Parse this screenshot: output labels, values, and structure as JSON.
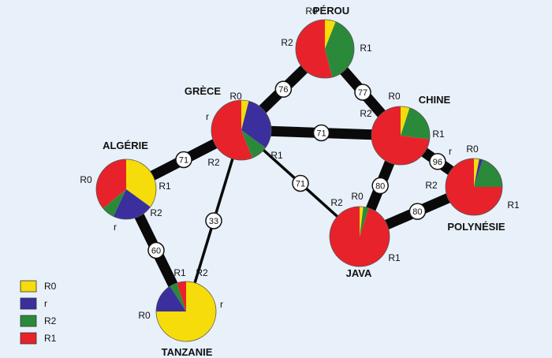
{
  "legend": [
    {
      "key": "R0",
      "label": "R0",
      "color": "#f5dc0a"
    },
    {
      "key": "r",
      "label": "r",
      "color": "#3a2f9c"
    },
    {
      "key": "R2",
      "label": "R2",
      "color": "#2a8a3a"
    },
    {
      "key": "R1",
      "label": "R1",
      "color": "#e8222a"
    }
  ],
  "nodes": [
    {
      "id": "perou",
      "name": "PÉROU",
      "shares": {
        "R0": 0.06,
        "r": 0,
        "R2": 0.4,
        "R1": 0.54
      },
      "labels": [
        "R0",
        "R2",
        "R1"
      ]
    },
    {
      "id": "grece",
      "name": "GRÈCE",
      "shares": {
        "R0": 0.04,
        "r": 0.31,
        "R2": 0.09,
        "R1": 0.56
      },
      "labels": [
        "R0",
        "r",
        "R2",
        "R1"
      ]
    },
    {
      "id": "chine",
      "name": "CHINE",
      "shares": {
        "R0": 0.05,
        "r": 0,
        "R2": 0.22,
        "R1": 0.73
      },
      "labels": [
        "R0",
        "R2",
        "R1"
      ]
    },
    {
      "id": "algerie",
      "name": "ALGÉRIE",
      "shares": {
        "R0": 0.35,
        "r": 0.22,
        "R2": 0.07,
        "R1": 0.36
      },
      "labels": [
        "R0",
        "R1",
        "R2",
        "r"
      ]
    },
    {
      "id": "polynesie",
      "name": "POLYNÉSIE",
      "shares": {
        "R0": 0.03,
        "r": 0.02,
        "R2": 0.2,
        "R1": 0.75
      },
      "labels": [
        "r",
        "R0",
        "R2",
        "R1"
      ]
    },
    {
      "id": "java",
      "name": "JAVA",
      "shares": {
        "R0": 0.02,
        "r": 0,
        "R2": 0.03,
        "R1": 0.95
      },
      "labels": [
        "R0",
        "R2",
        "R1"
      ]
    },
    {
      "id": "tanzanie",
      "name": "TANZANIE",
      "shares": {
        "R0": 0.75,
        "r": 0.16,
        "R2": 0.04,
        "R1": 0.05
      },
      "labels": [
        "R1",
        "R2",
        "r",
        "R0"
      ]
    }
  ],
  "edges": [
    {
      "from": "perou",
      "to": "grece",
      "value": "76",
      "thickness": "thick"
    },
    {
      "from": "perou",
      "to": "chine",
      "value": "77",
      "thickness": "thick"
    },
    {
      "from": "grece",
      "to": "chine",
      "value": "71",
      "thickness": "thick"
    },
    {
      "from": "grece",
      "to": "algerie",
      "value": "71",
      "thickness": "thick"
    },
    {
      "from": "grece",
      "to": "java",
      "value": "71",
      "thickness": "thin"
    },
    {
      "from": "grece",
      "to": "tanzanie",
      "value": "33",
      "thickness": "thin"
    },
    {
      "from": "chine",
      "to": "java",
      "value": "80",
      "thickness": "thick"
    },
    {
      "from": "chine",
      "to": "polynesie",
      "value": "96",
      "thickness": "thick"
    },
    {
      "from": "java",
      "to": "polynesie",
      "value": "80",
      "thickness": "thick"
    },
    {
      "from": "algerie",
      "to": "tanzanie",
      "value": "60",
      "thickness": "thick"
    }
  ]
}
